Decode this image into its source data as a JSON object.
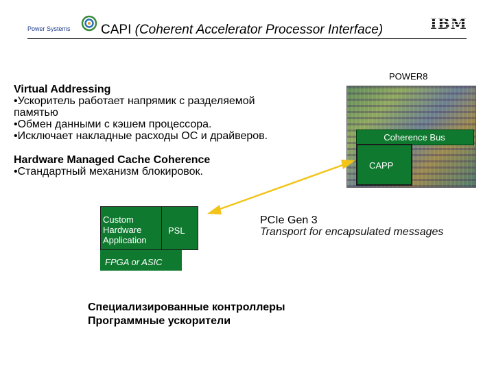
{
  "header": {
    "brand_text": "Power Systems",
    "title_main": "CAPI ",
    "title_italic": "(Coherent Accelerator Processor Interface)",
    "ibm_logo": "IBM"
  },
  "left_text": {
    "virtual_addressing": {
      "heading": "Virtual Addressing",
      "bullets": [
        "•Ускоритель работает напрямик с разделяемой памятью",
        "•Обмен данными с кэшем процессора.",
        "•Исключает накладные расходы ОС и драйверов."
      ]
    },
    "cache_coherence": {
      "heading": "Hardware Managed Cache Coherence",
      "bullets": [
        "•Стандартный механизм блокировок."
      ]
    }
  },
  "power8": {
    "label": "POWER8",
    "coherence_bus": "Coherence Bus",
    "capp": "CAPP"
  },
  "fpga": {
    "custom_app": "Custom Hardware Application",
    "psl": "PSL",
    "label": "FPGA or ASIC"
  },
  "pcie": {
    "title": "PCIe Gen 3",
    "subtitle": "Transport for encapsulated messages"
  },
  "bottom": {
    "line1": "Специализированные контроллеры",
    "line2": "Программные ускорители"
  },
  "colors": {
    "block_green": "#0f7a2f",
    "arrow_yellow": "#f2c418",
    "brand_blue": "#1f3d8a"
  },
  "icons": [
    "power-systems-swirl-icon",
    "ibm-logo",
    "double-arrow-icon"
  ]
}
